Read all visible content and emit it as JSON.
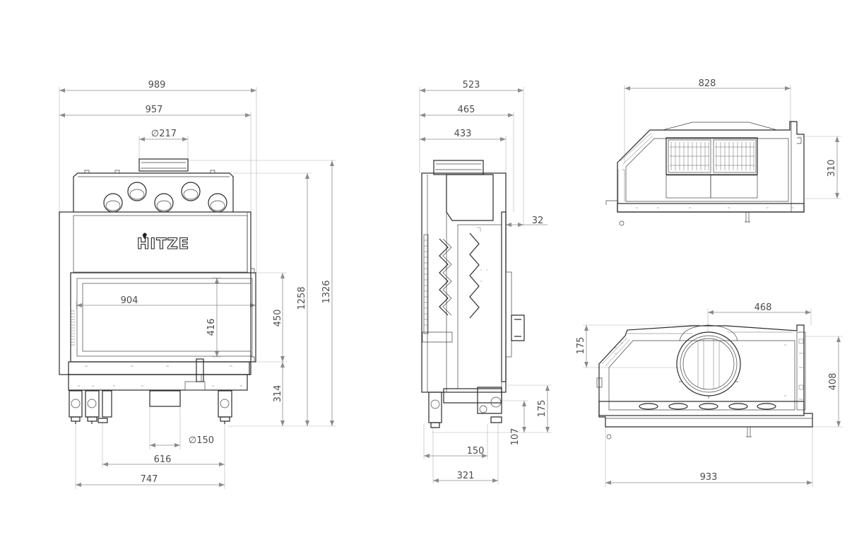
{
  "front_view": {
    "logo": "HITZE",
    "overall_width": "989",
    "body_width": "957",
    "top_flue": "∅217",
    "glass_width": "904",
    "glass_height": "416",
    "door_height": "450",
    "body_height": "1258",
    "total_height": "1326",
    "floor_to_door": "314",
    "bottom_inlet": "∅150",
    "leg_span_inner": "616",
    "leg_span_outer": "747"
  },
  "side_view": {
    "depth_total": "523",
    "depth_mid": "465",
    "depth_body": "433",
    "door_offset": "32",
    "base_height": "175",
    "foot_height": "107",
    "foot_span": "150",
    "leg_span": "321"
  },
  "top_view": {
    "width": "828",
    "depth": "310"
  },
  "bottom_view": {
    "flue_offset_x": "468",
    "flue_offset_y": "175",
    "depth": "408",
    "width": "933"
  }
}
